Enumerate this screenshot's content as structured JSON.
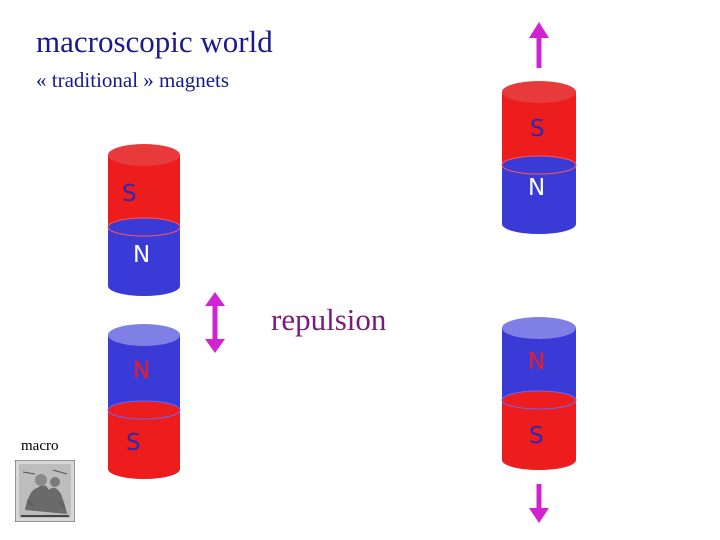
{
  "title": "macroscopic world",
  "subtitle": "« traditional » magnets",
  "repulsion_label": "repulsion",
  "thumbnail_caption": "macro",
  "colors": {
    "north": "#3a3ad6",
    "north_top": "#7f7fe6",
    "south": "#ee1d1d",
    "south_top": "#e83a3a",
    "arrow": "#d024d0",
    "text": "#1a1a8c"
  },
  "magnets": {
    "left_upper": {
      "top_pole": "S",
      "bottom_pole": "N"
    },
    "left_lower": {
      "top_pole": "N",
      "bottom_pole": "S"
    },
    "right_upper": {
      "top_pole": "S",
      "bottom_pole": "N"
    },
    "right_lower": {
      "top_pole": "N",
      "bottom_pole": "S"
    }
  }
}
